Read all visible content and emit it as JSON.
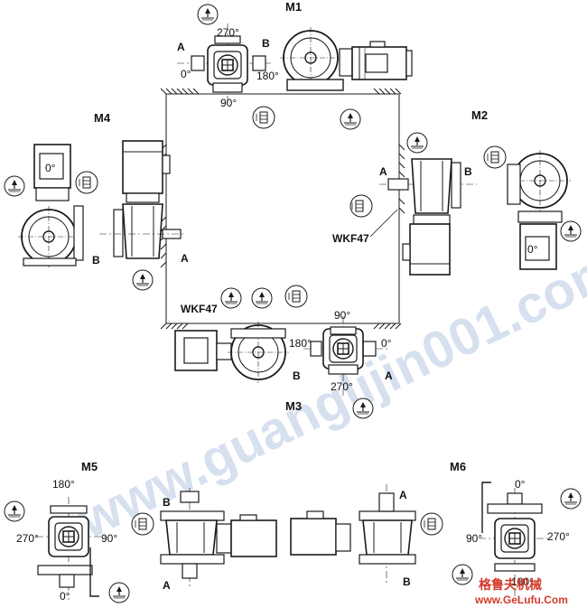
{
  "labels": {
    "m1": "M1",
    "m2": "M2",
    "m3": "M3",
    "m4": "M4",
    "m5": "M5",
    "m6": "M6",
    "a": "A",
    "b": "B",
    "deg0": "0°",
    "deg90": "90°",
    "deg180": "180°",
    "deg270": "270°",
    "model": "WKF47"
  },
  "watermark": {
    "diagonal": "www.guanglijin001.com",
    "brand_cn": "格鲁夫机械",
    "url": "www.GeLufu.Com"
  },
  "colors": {
    "line": "#1a1a1a",
    "watermark": "#c9d6ea",
    "brand": "#d43a2a"
  }
}
